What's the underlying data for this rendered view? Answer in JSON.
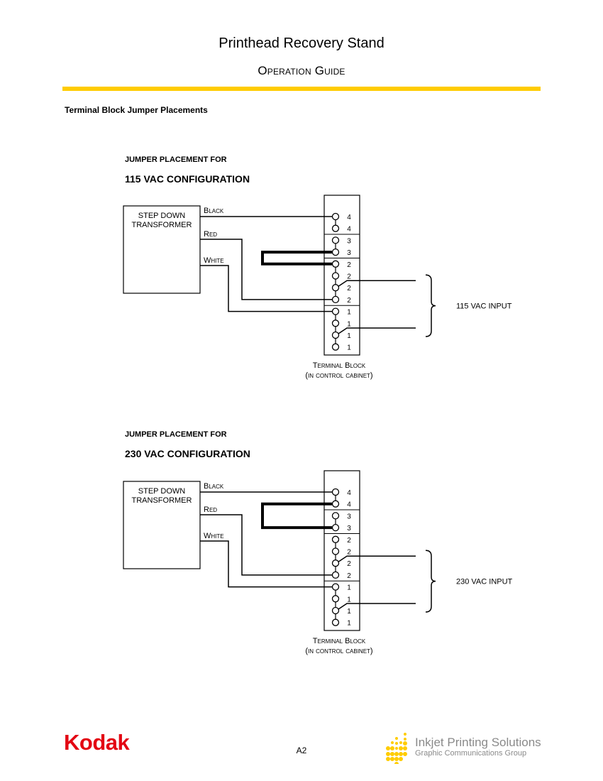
{
  "header": {
    "title": "Printhead Recovery Stand",
    "subtitle": "Operation Guide",
    "rule_color": "#FFCC00"
  },
  "section": {
    "heading": "Terminal Block Jumper Placements"
  },
  "diagrams": [
    {
      "label": "JUMPER PLACEMENT FOR",
      "title": "115 VAC CONFIGURATION",
      "transformer_label_line1": "STEP DOWN",
      "transformer_label_line2": "TRANSFORMER",
      "wires": [
        {
          "label": "Black",
          "terminal_index": 0
        },
        {
          "label": "Red",
          "terminal_index": 7
        },
        {
          "label": "White",
          "terminal_index": 8
        }
      ],
      "terminals": [
        "4",
        "4",
        "3",
        "3",
        "2",
        "2",
        "2",
        "2",
        "1",
        "1",
        "1",
        "1"
      ],
      "jumper": {
        "from_index": 3,
        "to_index": 4
      },
      "input_terminals": [
        6,
        10
      ],
      "input_label": "115 VAC INPUT",
      "block_label_line1": "Terminal Block",
      "block_label_line2": "(in control cabinet)"
    },
    {
      "label": "JUMPER PLACEMENT FOR",
      "title": "230 VAC CONFIGURATION",
      "transformer_label_line1": "STEP DOWN",
      "transformer_label_line2": "TRANSFORMER",
      "wires": [
        {
          "label": "Black",
          "terminal_index": 0
        },
        {
          "label": "Red",
          "terminal_index": 7
        },
        {
          "label": "White",
          "terminal_index": 8
        }
      ],
      "terminals": [
        "4",
        "4",
        "3",
        "3",
        "2",
        "2",
        "2",
        "2",
        "1",
        "1",
        "1",
        "1"
      ],
      "jumper": {
        "from_index": 1,
        "to_index": 3
      },
      "input_terminals": [
        6,
        10
      ],
      "input_label": "230 VAC INPUT",
      "block_label_line1": "Terminal Block",
      "block_label_line2": "(in control cabinet)"
    }
  ],
  "footer": {
    "brand": "Kodak",
    "brand_color": "#E30613",
    "page_number": "A2",
    "division_title": "Inkjet Printing Solutions",
    "division_subtitle": "Graphic Communications Group",
    "division_color": "#FFCC00"
  }
}
